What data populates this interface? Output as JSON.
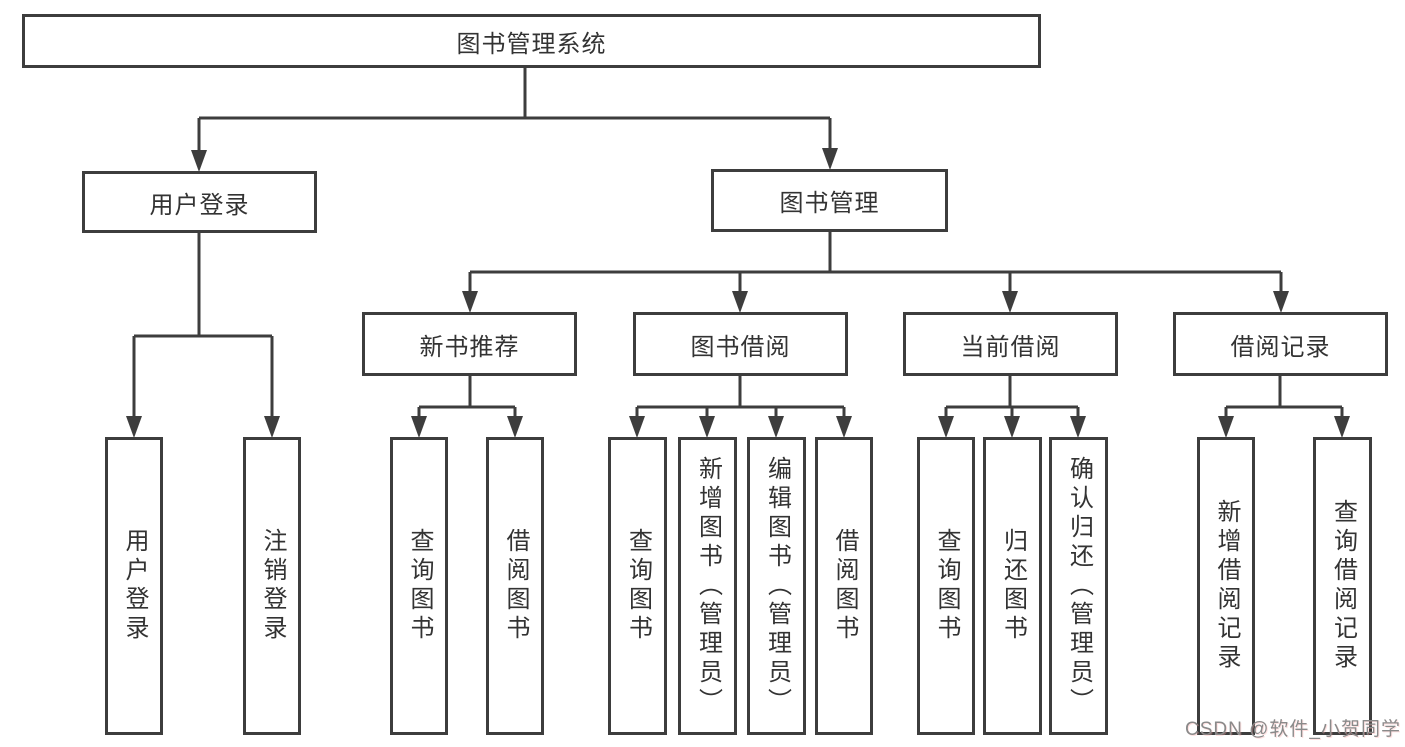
{
  "tree": {
    "root": {
      "label": "图书管理系统"
    },
    "branches": [
      {
        "label": "用户登录",
        "children": [
          {
            "label": "用户登录"
          },
          {
            "label": "注销登录"
          }
        ]
      },
      {
        "label": "图书管理",
        "children": [
          {
            "label": "新书推荐",
            "children": [
              {
                "label": "查询图书"
              },
              {
                "label": "借阅图书"
              }
            ]
          },
          {
            "label": "图书借阅",
            "children": [
              {
                "label": "查询图书"
              },
              {
                "label": "新增图书（管理员）"
              },
              {
                "label": "编辑图书（管理员）"
              },
              {
                "label": "借阅图书"
              }
            ]
          },
          {
            "label": "当前借阅",
            "children": [
              {
                "label": "查询图书"
              },
              {
                "label": "归还图书"
              },
              {
                "label": "确认归还（管理员）"
              }
            ]
          },
          {
            "label": "借阅记录",
            "children": [
              {
                "label": "新增借阅记录"
              },
              {
                "label": "查询借阅记录"
              }
            ]
          }
        ]
      }
    ]
  },
  "watermark": {
    "text": "CSDN @软件_小贺同学"
  },
  "colors": {
    "line": "#3d3d3d",
    "text": "#333333",
    "watermark": "#8a8a8a",
    "background": "#ffffff"
  }
}
